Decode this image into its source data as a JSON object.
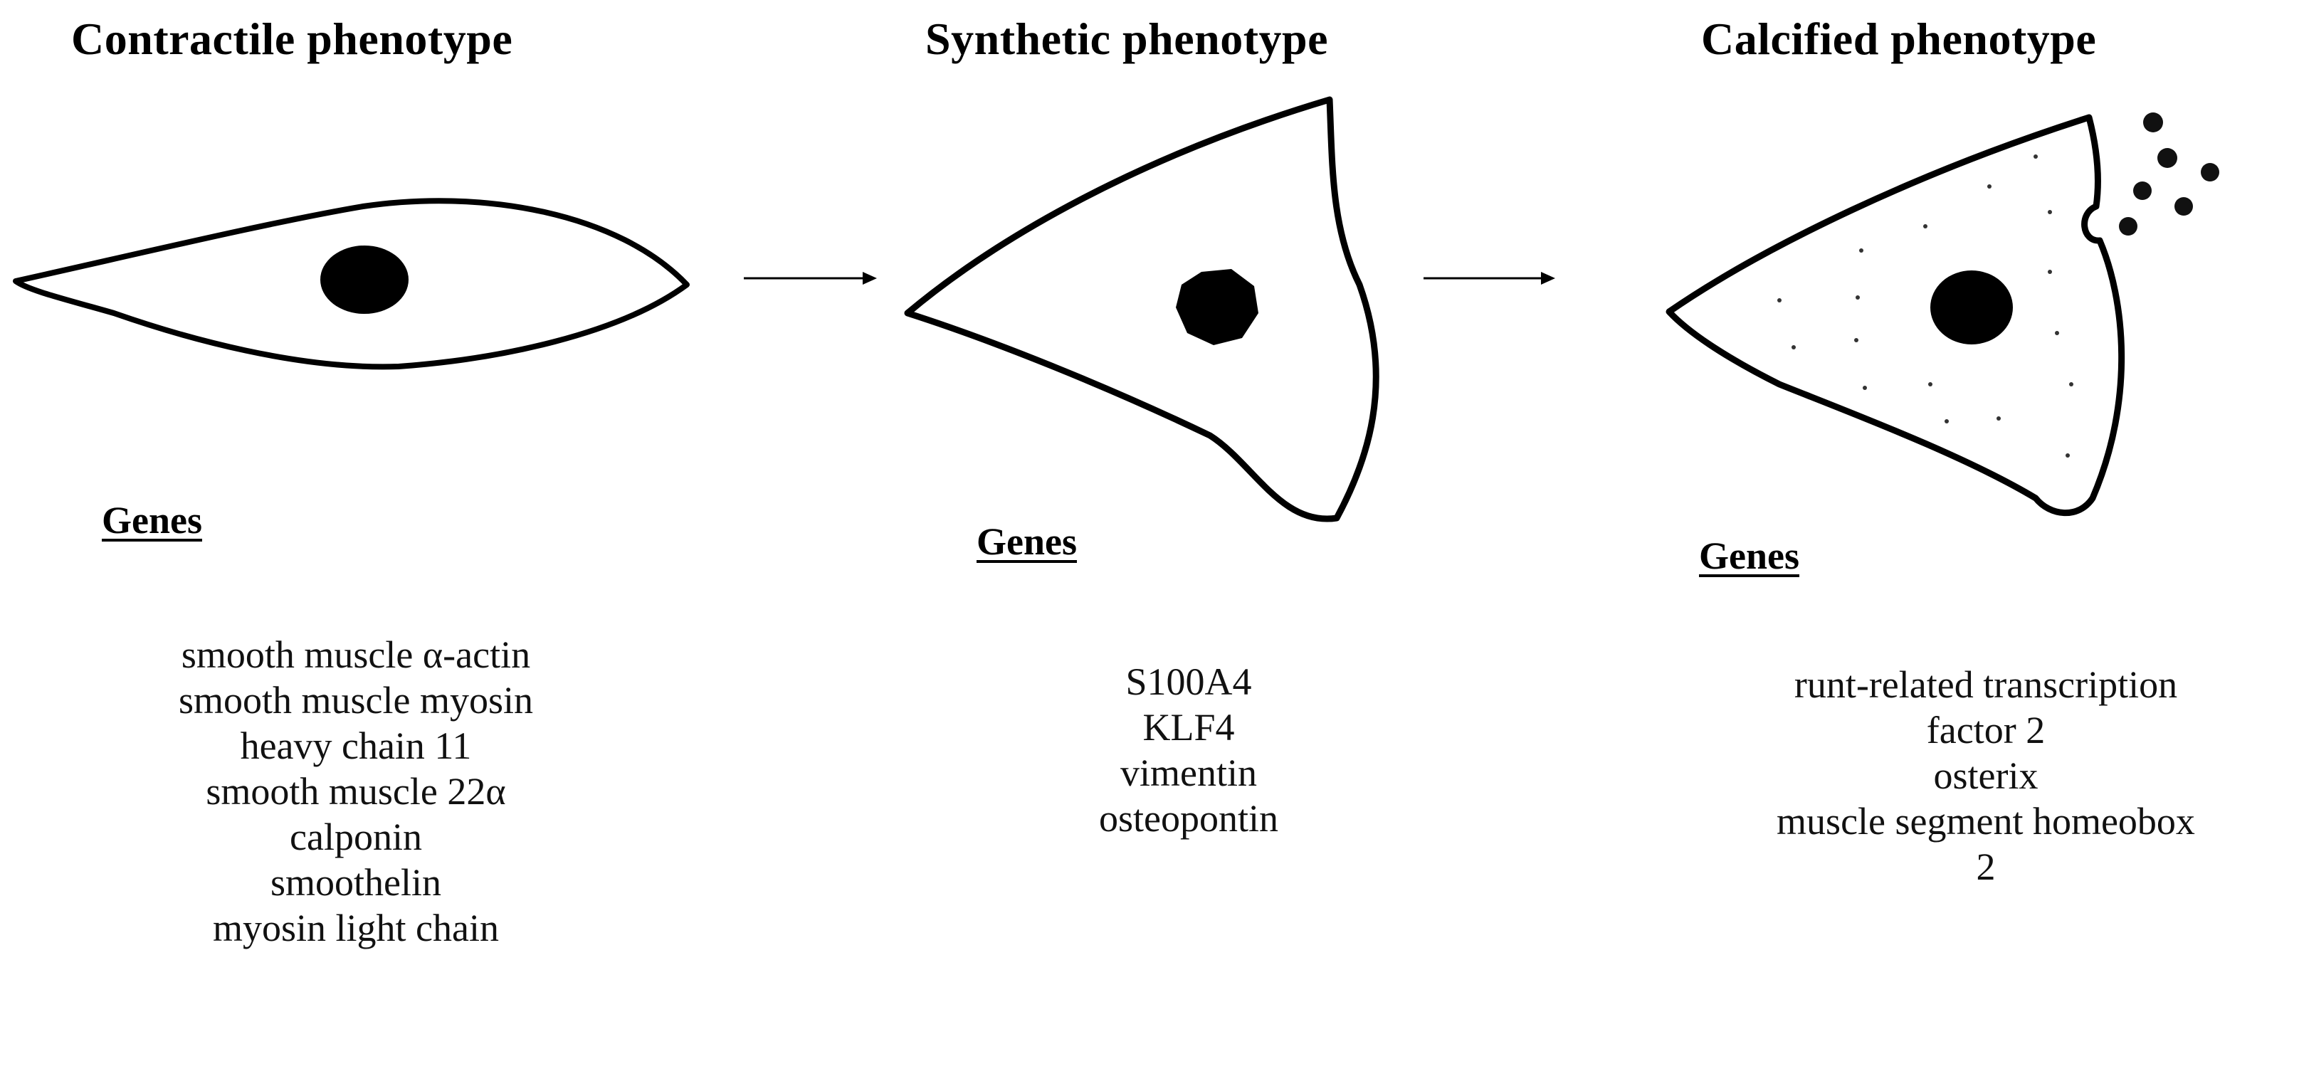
{
  "panels": [
    {
      "title": "Contractile phenotype",
      "genes_heading": "Genes",
      "genes": [
        "smooth muscle α-actin",
        "smooth muscle myosin",
        "heavy chain 11",
        "smooth muscle 22α",
        "calponin",
        "smoothelin",
        "myosin light chain"
      ]
    },
    {
      "title": "Synthetic phenotype",
      "genes_heading": "Genes",
      "genes": [
        "S100A4",
        "KLF4",
        "vimentin",
        "osteopontin"
      ]
    },
    {
      "title": "Calcified phenotype",
      "genes_heading": "Genes",
      "genes": [
        "runt-related transcription",
        "factor 2",
        "osterix",
        "muscle segment homeobox",
        "2"
      ]
    }
  ]
}
